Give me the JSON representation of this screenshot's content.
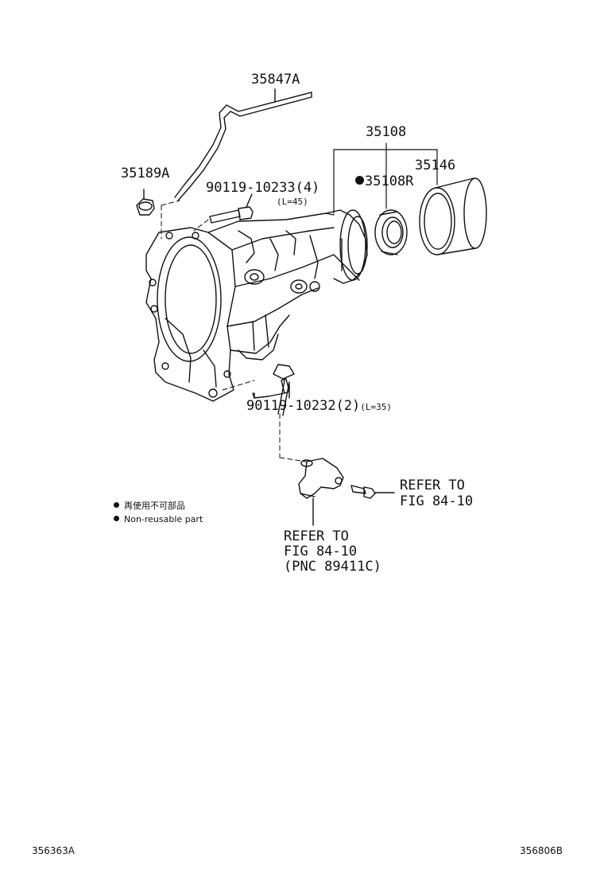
{
  "parts": {
    "tube": "35847A",
    "plug": "35189A",
    "extension_housing": "35108",
    "oil_seal": "35108R",
    "dust_deflector": "35146",
    "bolt_upper": "90119-10233(4)",
    "bolt_upper_length": "(L=45)",
    "bolt_lower": "90119-10232(2)",
    "bolt_lower_length": "(L=35)"
  },
  "refs": {
    "right": {
      "line1": "REFER TO",
      "line2": "FIG 84-10"
    },
    "bottom": {
      "line1": "REFER TO",
      "line2": "FIG 84-10",
      "line3": "(PNC 89411C)"
    }
  },
  "legend": {
    "jp": "再使用不可部品",
    "en": "Non-reusable part"
  },
  "footer": {
    "left_code": "356363A",
    "right_code": "356806B"
  }
}
